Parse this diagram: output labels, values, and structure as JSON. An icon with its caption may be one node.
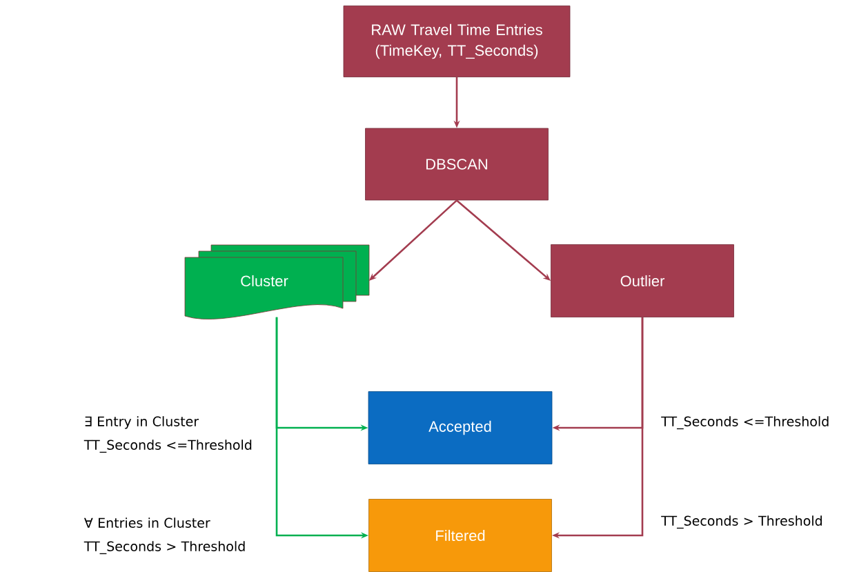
{
  "diagram": {
    "nodes": [
      {
        "text": [
          "RAW Travel Time Entries (TimeKey, TT_Seconds)"
        ]
      },
      {
        "text": [
          "DBSCAN"
        ]
      },
      {
        "text": [
          "Cluster"
        ]
      },
      {
        "text": [
          "Outlier"
        ]
      },
      {
        "text": [
          "Accepted"
        ]
      },
      {
        "text": [
          "Filtered"
        ]
      }
    ],
    "edges": [
      {
        "from": 0,
        "to": 1,
        "arrow": "to"
      },
      {
        "from": 1,
        "to": 2,
        "arrow": "to"
      },
      {
        "from": 1,
        "to": 3,
        "arrow": "to"
      },
      {
        "from": 2,
        "to": 4,
        "arrow": "to",
        "color": "#00b050",
        "label": "∃ Entry in Cluster TT_Seconds <=Threshold"
      },
      {
        "from": 2,
        "to": 5,
        "arrow": "to",
        "color": "#00b050",
        "label": "∀ Entries in Cluster TT_Seconds > Threshold"
      },
      {
        "from": 3,
        "to": 4,
        "arrow": "to",
        "label": "TT_Seconds <=Threshold"
      },
      {
        "from": 3,
        "to": 5,
        "arrow": "to",
        "label": "TT_Seconds > Threshold"
      }
    ]
  }
}
